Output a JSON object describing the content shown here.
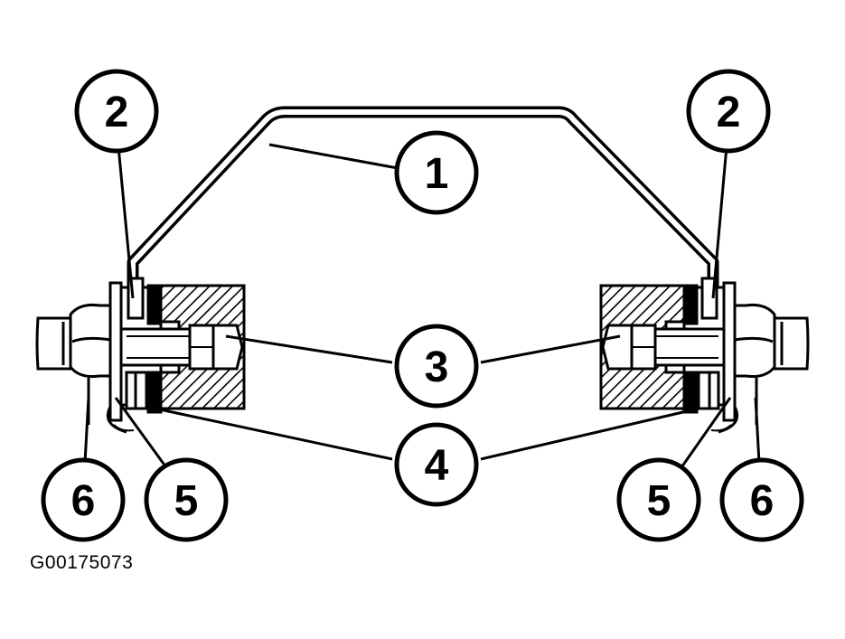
{
  "figure_id": "G00175073",
  "callouts": {
    "c1": "1",
    "c2_left": "2",
    "c2_right": "2",
    "c3": "3",
    "c4": "4",
    "c5_left": "5",
    "c5_right": "5",
    "c6_left": "6",
    "c6_right": "6"
  },
  "colors": {
    "ink": "#000000",
    "paper": "#ffffff"
  }
}
